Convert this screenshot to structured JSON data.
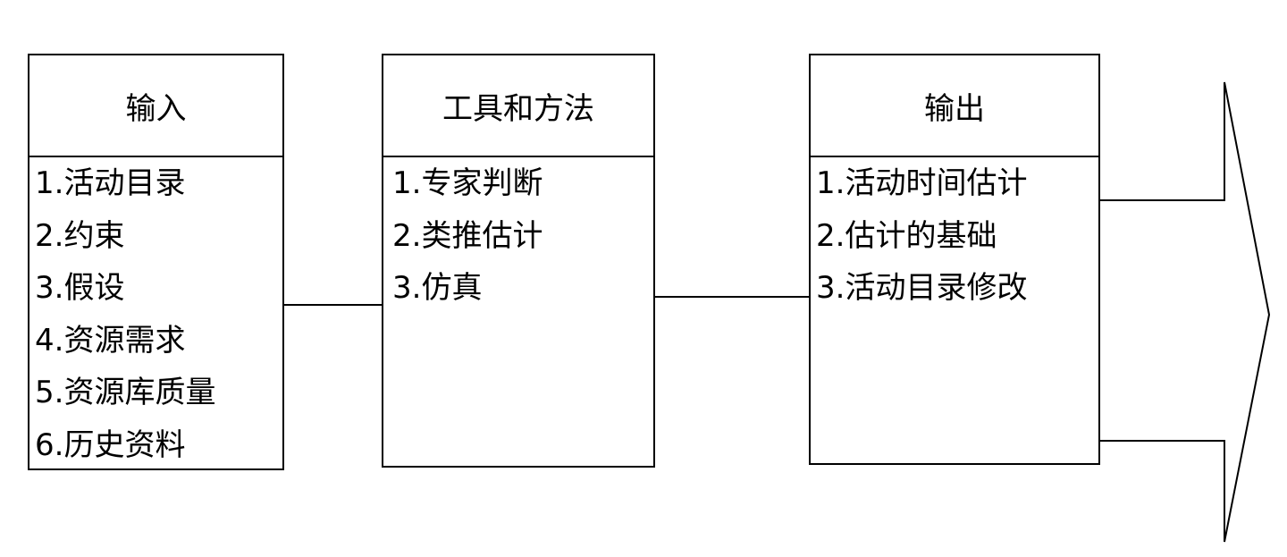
{
  "input": {
    "title": "输入",
    "items": [
      "1.活动目录",
      "2.约束",
      "3.假设",
      "4.资源需求",
      "5.资源库质量",
      "6.历史资料"
    ]
  },
  "tools": {
    "title": "工具和方法",
    "items": [
      "1.专家判断",
      "2.类推估计",
      "3.仿真"
    ]
  },
  "output": {
    "title": "输出",
    "items": [
      "1.活动时间估计",
      "2.估计的基础",
      "3.活动目录修改"
    ]
  },
  "colors": {
    "line": "#000000",
    "background": "#ffffff"
  }
}
